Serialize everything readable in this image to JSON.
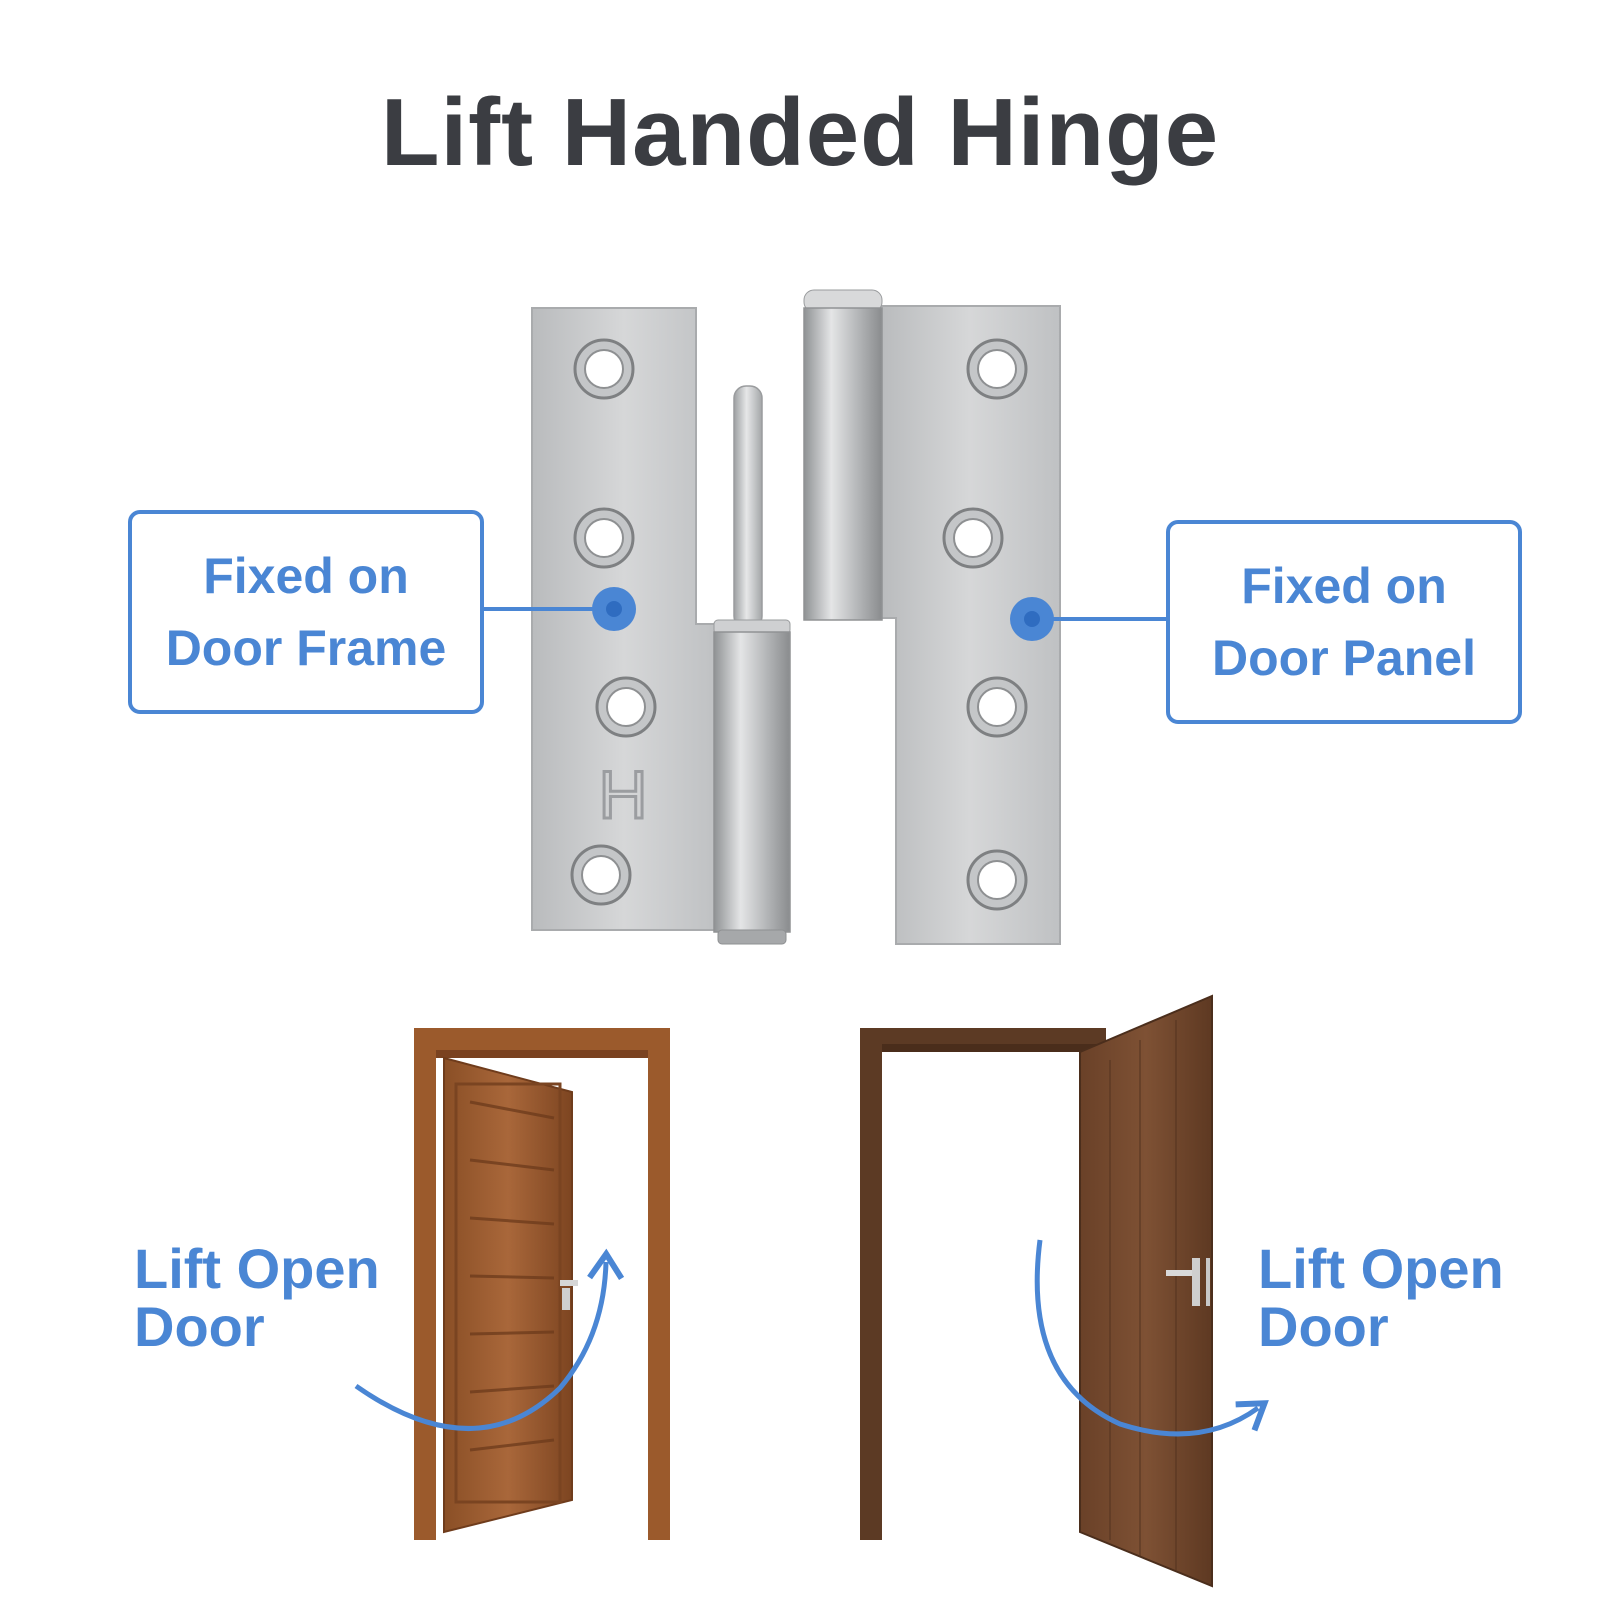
{
  "title": "Lift Handed Hinge",
  "callouts": {
    "left": {
      "line1": "Fixed on",
      "line2": "Door Frame"
    },
    "right": {
      "line1": "Fixed on",
      "line2": "Door Panel"
    }
  },
  "doors": {
    "left": {
      "line1": "Lift Open",
      "line2": "Door"
    },
    "right": {
      "line1": "Lift Open",
      "line2": "Door"
    }
  },
  "hinge": {
    "mark": "H"
  },
  "colors": {
    "accent": "#4a86d4",
    "title": "#3b3d42",
    "steel": "#c9cbcd",
    "wood_light": "#9a5a2c",
    "wood_dark": "#6e4427"
  }
}
